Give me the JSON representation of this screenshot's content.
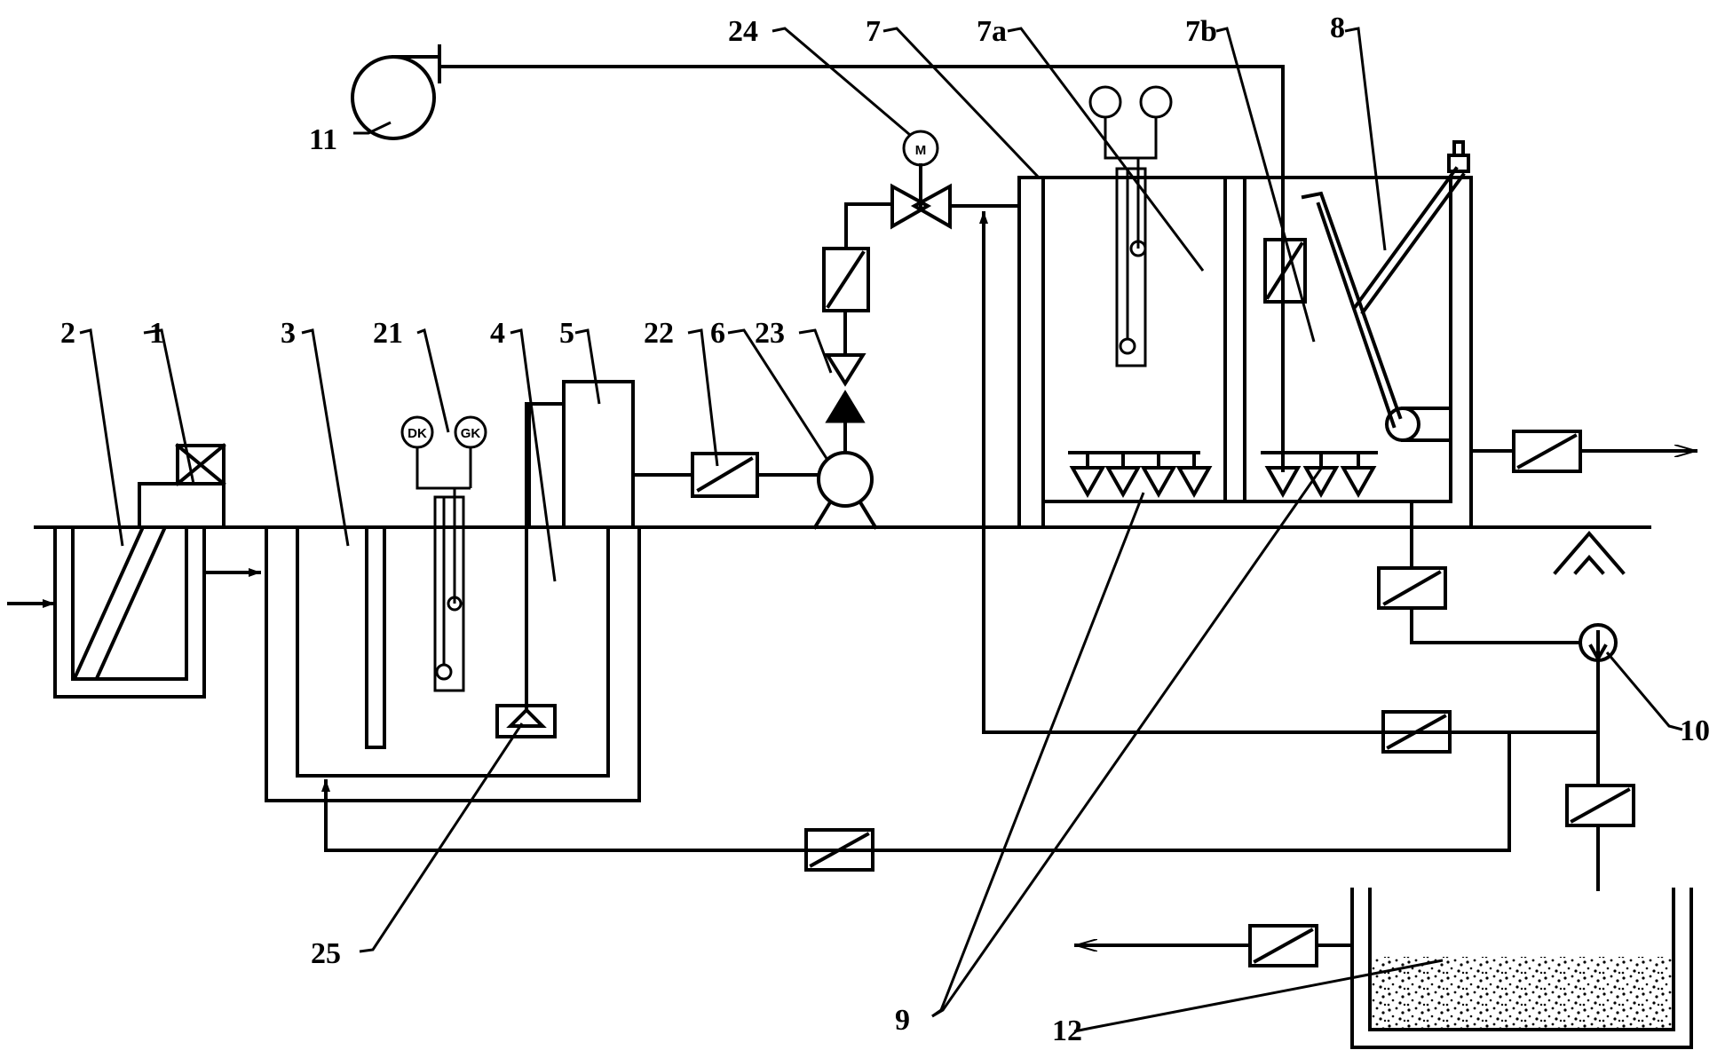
{
  "labels": {
    "l1": "1",
    "l2": "2",
    "l3": "3",
    "l4": "4",
    "l5": "5",
    "l6": "6",
    "l7": "7",
    "l7a": "7a",
    "l7b": "7b",
    "l8": "8",
    "l9": "9",
    "l10": "10",
    "l11": "11",
    "l12": "12",
    "l21": "21",
    "l22": "22",
    "l23": "23",
    "l24": "24",
    "l25": "25"
  },
  "gauges": {
    "do": "DK",
    "ph": "GK",
    "motor": "M"
  }
}
